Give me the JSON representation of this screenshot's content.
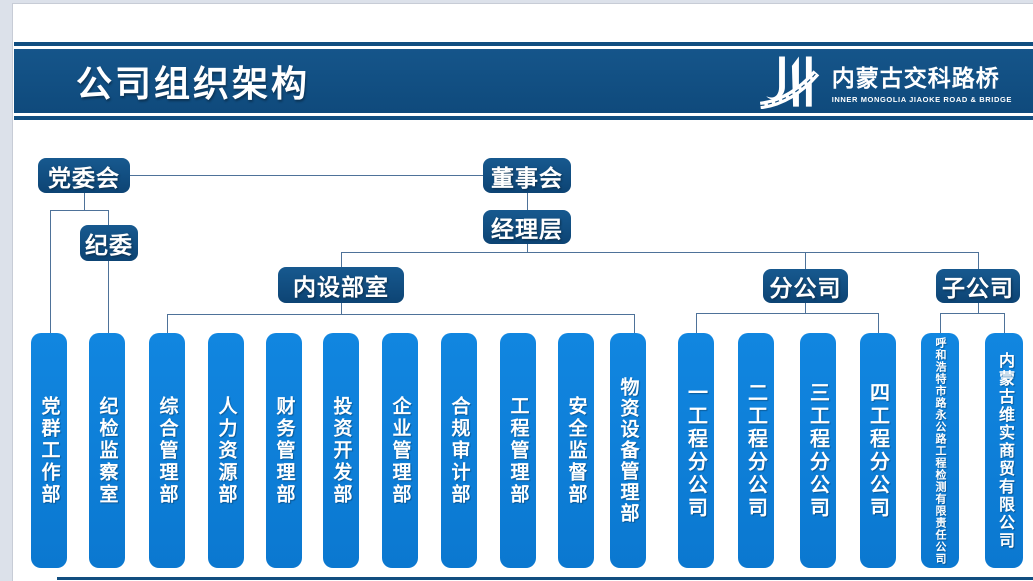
{
  "header": {
    "title": "公司组织架构",
    "logo": {
      "icon": "jiaoke-road-bridge-logo-icon",
      "company_cn": "内蒙古交科路桥",
      "company_en": "INNER MONGOLIA JIAOKE ROAD & BRIDGE"
    }
  },
  "colors": {
    "navy": "#114e80",
    "pill_blue": "#0c7ed8",
    "connector": "#4e7299",
    "outer_bg": "#dce1ea",
    "slide_bg": "#ffffff",
    "text": "#ffffff"
  },
  "chart": {
    "level_boxes": [
      {
        "id": "party-committee",
        "label": "党委会"
      },
      {
        "id": "board-of-directors",
        "label": "董事会"
      },
      {
        "id": "management-level",
        "label": "经理层"
      },
      {
        "id": "discipline-committee",
        "label": "纪委"
      },
      {
        "id": "internal-departments",
        "label": "内设部室"
      },
      {
        "id": "branch-companies",
        "label": "分公司"
      },
      {
        "id": "subsidiaries",
        "label": "子公司"
      }
    ],
    "pills": [
      {
        "id": "party-mass-work-dept",
        "label": "党群工作部"
      },
      {
        "id": "discipline-inspection-supervision-office",
        "label": "纪检监察室"
      },
      {
        "id": "general-management-dept",
        "label": "综合管理部"
      },
      {
        "id": "human-resources-dept",
        "label": "人力资源部"
      },
      {
        "id": "finance-management-dept",
        "label": "财务管理部"
      },
      {
        "id": "investment-development-dept",
        "label": "投资开发部"
      },
      {
        "id": "enterprise-management-dept",
        "label": "企业管理部"
      },
      {
        "id": "compliance-audit-dept",
        "label": "合规审计部"
      },
      {
        "id": "engineering-management-dept",
        "label": "工程管理部"
      },
      {
        "id": "safety-supervision-dept",
        "label": "安全监督部"
      },
      {
        "id": "materials-equipment-management-dept",
        "label": "物资设备管理部"
      },
      {
        "id": "no1-engineering-branch",
        "label": "一工程分公司"
      },
      {
        "id": "no2-engineering-branch",
        "label": "二工程分公司"
      },
      {
        "id": "no3-engineering-branch",
        "label": "三工程分公司"
      },
      {
        "id": "no4-engineering-branch",
        "label": "四工程分公司"
      },
      {
        "id": "hohhot-luyong-highway-testing-company",
        "label": "呼和浩特市路永公路工程检测有限责任公司"
      },
      {
        "id": "neimenggu-weishi-trading-company",
        "label": "内蒙古维实商贸有限公司"
      }
    ]
  }
}
